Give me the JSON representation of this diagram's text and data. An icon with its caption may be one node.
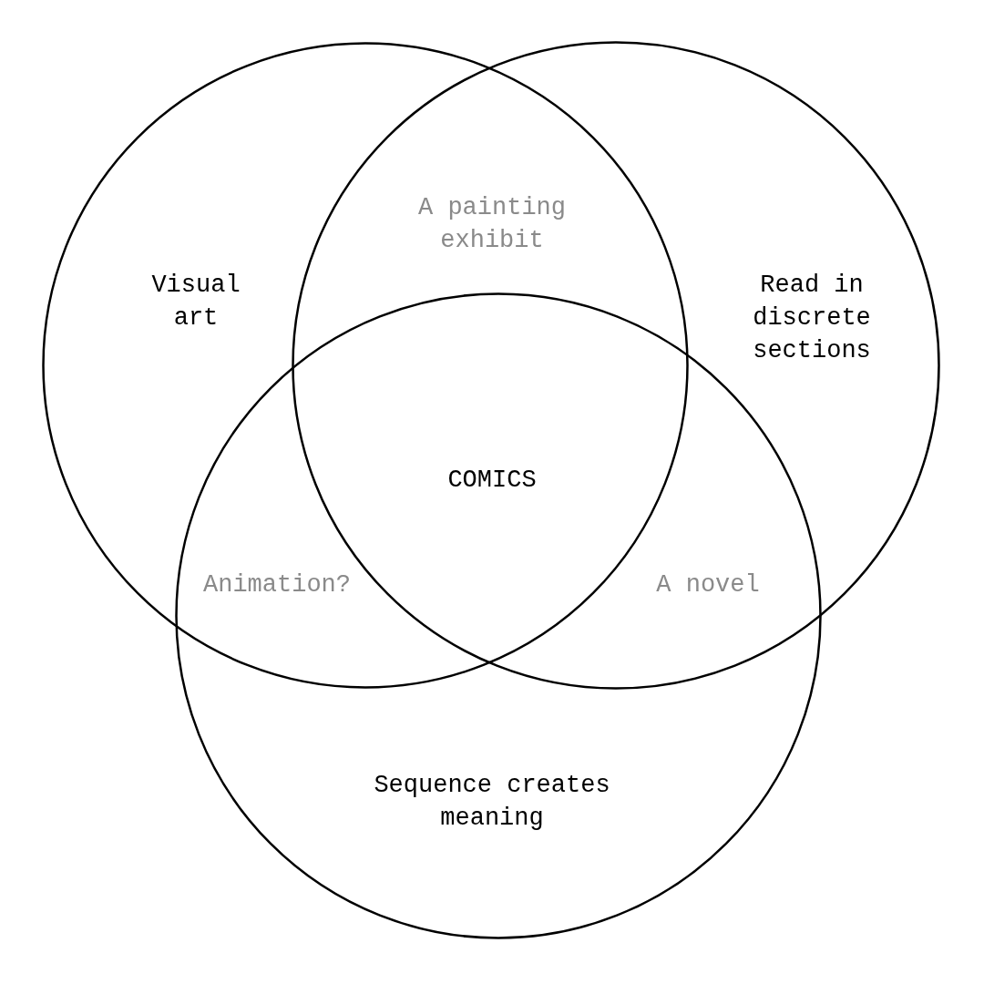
{
  "diagram": {
    "nodes": [
      {
        "text": [
          "Visual art"
        ]
      },
      {
        "text": [
          "Read in discrete sections"
        ]
      },
      {
        "text": [
          "Sequence creates meaning"
        ]
      }
    ],
    "labels": [
      "A painting exhibit",
      "COMICS",
      "Animation?",
      "A novel"
    ]
  }
}
